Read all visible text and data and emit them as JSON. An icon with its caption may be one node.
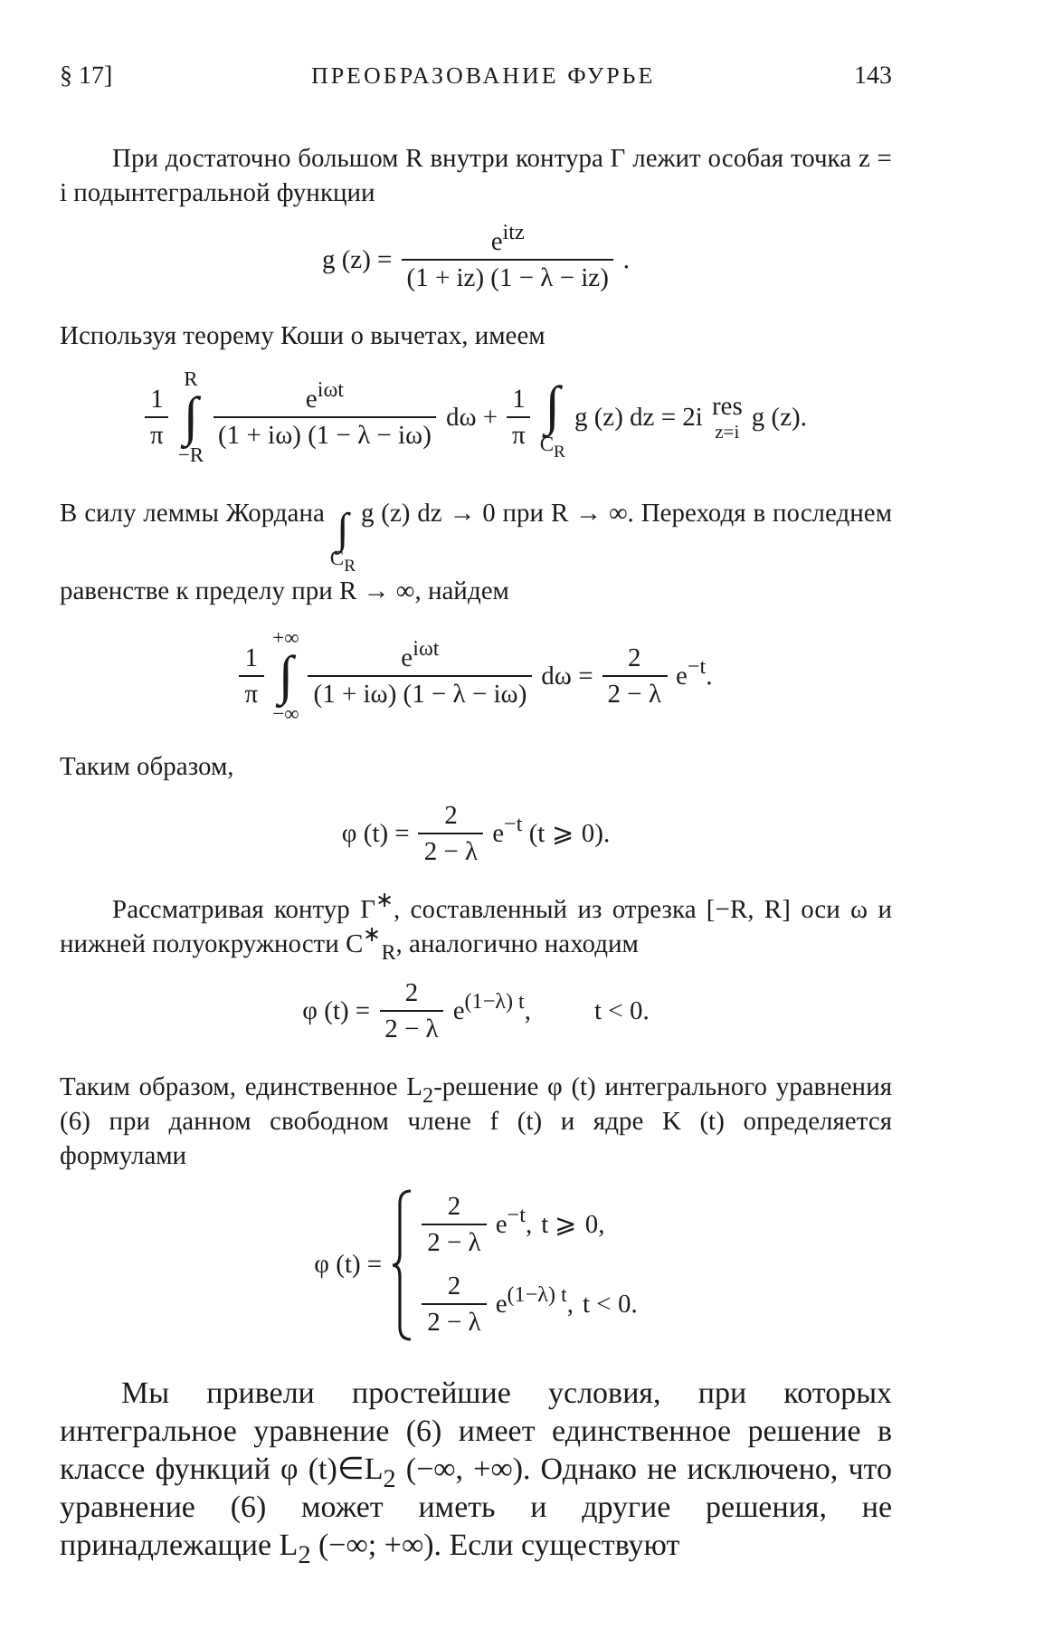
{
  "diagram": {
    "labels": [
      "§ 17]",
      "ПРЕОБРАЗОВАНИЕ ФУРЬЕ",
      "143",
      "При достаточно большом R внутри контура Γ лежит особая точка z = i подынтегральной функции",
      "g (z) =",
      "e$^{itz}$",
      "(1 + iz) (1 − λ − iz)",
      ".",
      "Используя теорему Коши о вычетах, имеем",
      "1",
      "π",
      "∫",
      "R",
      "−R",
      "e$^{iωt}$",
      "(1 + iω) (1 − λ − iω)",
      "dω +",
      "1",
      "π",
      "∫",
      "C$_{R}$",
      "g (z) dz = 2i",
      "res",
      "z=i",
      "g (z).",
      "В силу леммы Жордана",
      "∫",
      "C$_{R}$",
      "g (z) dz → 0 при R → ∞. Переходя в последнем равенстве к пределу при R → ∞, найдем",
      "1",
      "π",
      "∫",
      "+∞",
      "−∞",
      "e$^{iωt}$",
      "(1 + iω) (1 − λ − iω)",
      "dω =",
      "2",
      "2 − λ",
      "e$^{−t}$.",
      "Таким образом,",
      "φ (t) =",
      "2",
      "2 − λ",
      "e$^{−t}$ (t ⩾ 0).",
      "Рассматривая контур Γ$^{∗}$, составленный из отрезка [−R, R] оси ω и нижней полуокружности C$^{∗}$$_{R}$, аналогично находим",
      "φ (t) =",
      "2",
      "2 − λ",
      "e$^{(1−λ) t}$,",
      "t < 0.",
      "Таким образом, единственное L$_{2}$-решение φ (t) интегрального уравнения (6) при данном свободном члене f (t) и ядре K (t) определяется формулами",
      "φ (t) =",
      "2",
      "2 − λ",
      "e$^{−t}$,",
      "t ⩾ 0,",
      "2",
      "2 − λ",
      "e$^{(1−λ) t}$,",
      "t < 0.",
      "Мы привели простейшие условия, при которых интегральное уравнение (6) имеет единственное решение в классе функций φ (t)∈L$_{2}$ (−∞, +∞). Однако не исключено, что уравнение (6) может иметь и другие решения, не принадлежащие L$_{2}$ (−∞; +∞). Если существуют"
    ]
  }
}
